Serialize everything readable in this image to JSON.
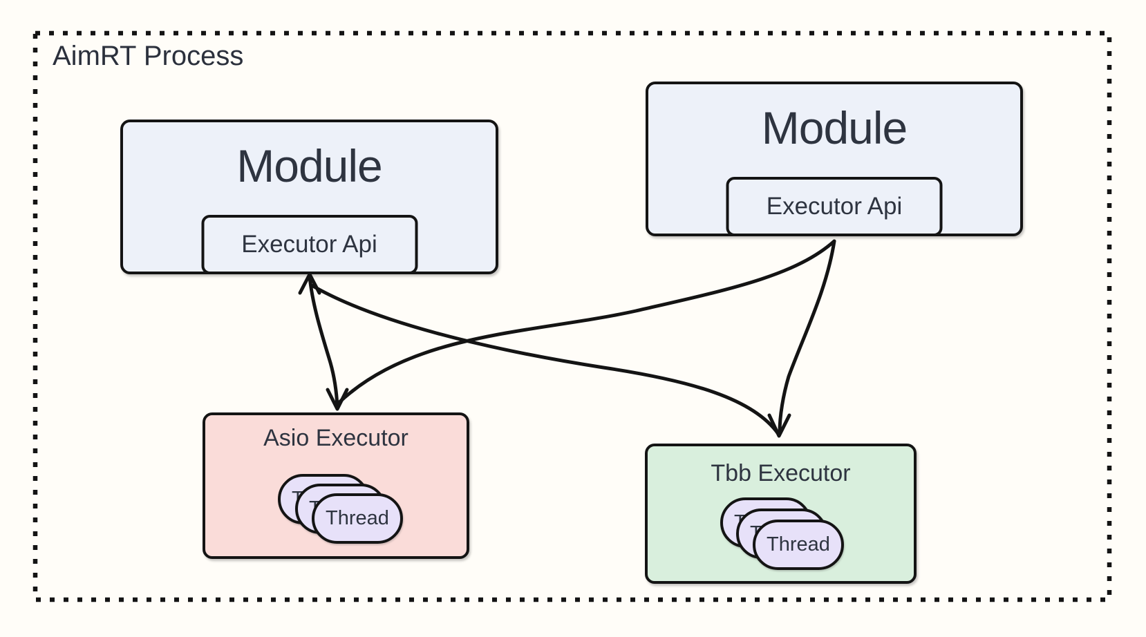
{
  "title": "AimRT Process",
  "modules": [
    {
      "label": "Module",
      "api_label": "Executor Api"
    },
    {
      "label": "Module",
      "api_label": "Executor Api"
    }
  ],
  "executors": [
    {
      "label": "Asio Executor",
      "color": "#fadcd9",
      "threads": [
        "Thread",
        "Thread",
        "Thread"
      ]
    },
    {
      "label": "Tbb Executor",
      "color": "#d9efdd",
      "threads": [
        "Thread",
        "Thread",
        "Thread"
      ]
    }
  ],
  "colors": {
    "module_fill": "#edf1f9",
    "thread_fill": "#e7e1f9",
    "border": "#141414",
    "text": "#2e3440",
    "background": "#fffdf8"
  },
  "connections": [
    {
      "from": "Module 1 Executor Api",
      "to": "Asio Executor",
      "arrowhead": "down into Asio Executor and up into Executor Api"
    },
    {
      "from": "Module 1 Executor Api",
      "to": "Tbb Executor",
      "arrowhead": "down into Tbb Executor"
    },
    {
      "from": "Module 2 Executor Api",
      "to": "Asio Executor",
      "arrowhead": "down into Asio Executor"
    },
    {
      "from": "Module 2 Executor Api",
      "to": "Tbb Executor",
      "arrowhead": "down into Tbb Executor"
    }
  ]
}
